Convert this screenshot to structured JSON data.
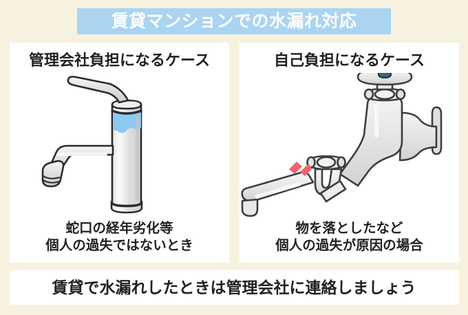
{
  "header": {
    "title": "賃貸マンションでの水漏れ対応",
    "banner_color": "#a9d4f2",
    "title_color": "#ffffff"
  },
  "background_color": "#f7f2df",
  "panels": [
    {
      "id": "management-company-case",
      "heading": "管理会社負担になるケース",
      "caption_line1": "蛇口の経年劣化等",
      "caption_line2": "個人の過失ではないとき",
      "illustration": "single-lever-mixer-faucet-leaking",
      "leak_color": "#8cc9f0"
    },
    {
      "id": "self-burden-case",
      "heading": "自己負担になるケース",
      "caption_line1": "物を落としたなど",
      "caption_line2": "個人の過失が原因の場合",
      "illustration": "wall-faucet-broken-spout",
      "impact_color": "#f2646a",
      "handle_cap_color": "#2f6b7d"
    }
  ],
  "footer": {
    "message": "賃貸で水漏れしたときは管理会社に連絡しましょう"
  },
  "palette": {
    "metal_light": "#f2f2f2",
    "metal_mid": "#dcdcdc",
    "metal_shadow": "#c9c9c9",
    "outline": "#2b2b2b",
    "text": "#231f20",
    "panel_bg": "#ffffff"
  }
}
